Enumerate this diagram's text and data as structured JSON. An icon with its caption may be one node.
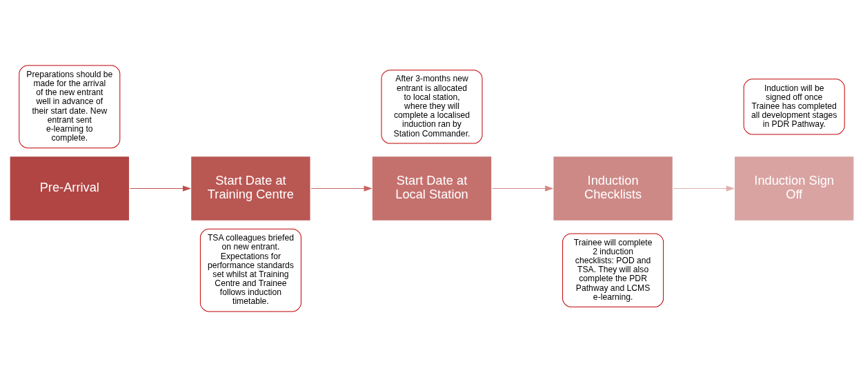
{
  "diagram": {
    "nodes": [
      {
        "text": [
          "Preparations should be made for the arrival of the new entrant well in advance of their start date. New entrant sent e-learning to complete."
        ]
      },
      {
        "text": [
          "Pre-Arrival"
        ]
      },
      {
        "text": [
          "Start Date at Training Centre"
        ]
      },
      {
        "text": [
          "TSA colleagues briefed on new entrant. Expectations for performance standards set whilst at Training Centre and Trainee follows induction timetable."
        ]
      },
      {
        "text": [
          "After 3-months new entrant is allocated to local station, where they will complete a localised induction ran by Station Commander."
        ]
      },
      {
        "text": [
          "Start Date at Local Station"
        ]
      },
      {
        "text": [
          "Induction Checklists"
        ]
      },
      {
        "text": [
          "Trainee will complete 2 induction checklists: POD and TSA. They will also complete the PDR Pathway and LCMS e-learning."
        ]
      },
      {
        "text": [
          "Induction will be signed off once Trainee has completed all development stages in PDR Pathway."
        ]
      },
      {
        "text": [
          "Induction Sign Off"
        ]
      }
    ],
    "edges": [
      {
        "from": 1,
        "to": 2,
        "arrow": "to",
        "color": "#c0504d"
      },
      {
        "from": 2,
        "to": 5,
        "arrow": "to",
        "color": "#c86461"
      },
      {
        "from": 5,
        "to": 6,
        "arrow": "to",
        "color": "#d38785"
      },
      {
        "from": 6,
        "to": 9,
        "arrow": "to",
        "color": "#dfb0ae"
      }
    ]
  }
}
